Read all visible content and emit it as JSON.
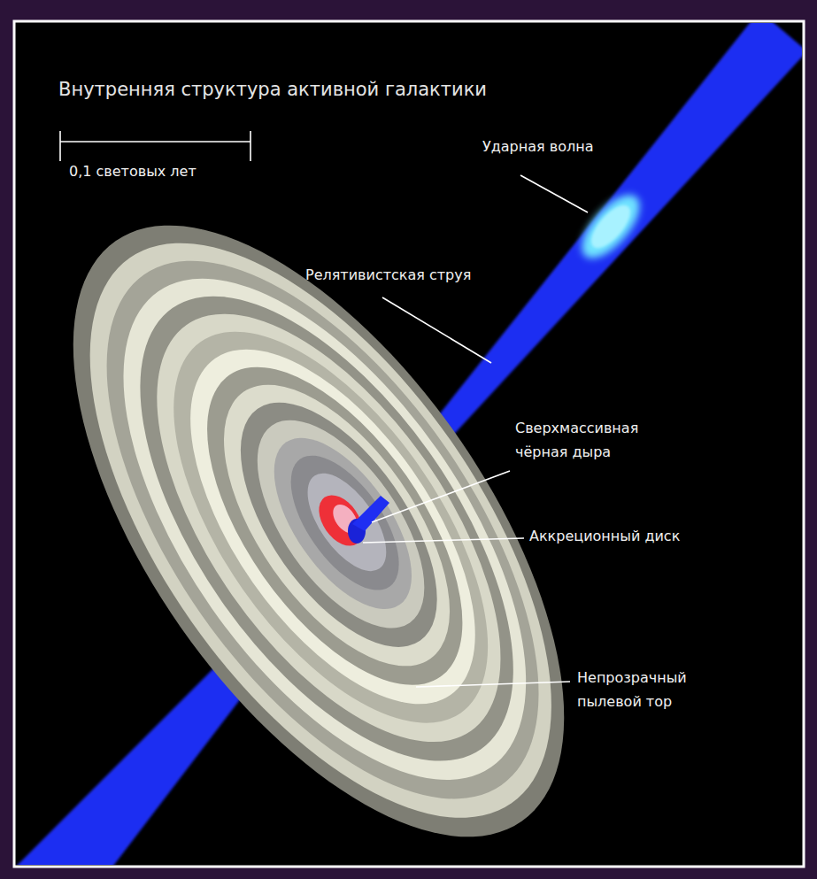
{
  "diagram": {
    "title": "Внутренняя структура активной галактики",
    "labels": [
      "0,1 световых лет",
      "Ударная волна",
      "Релятивистская струя",
      "Сверхмассивная чёрная дыра",
      "Аккреционный диск",
      "Непрозрачный пылевой тор"
    ]
  }
}
